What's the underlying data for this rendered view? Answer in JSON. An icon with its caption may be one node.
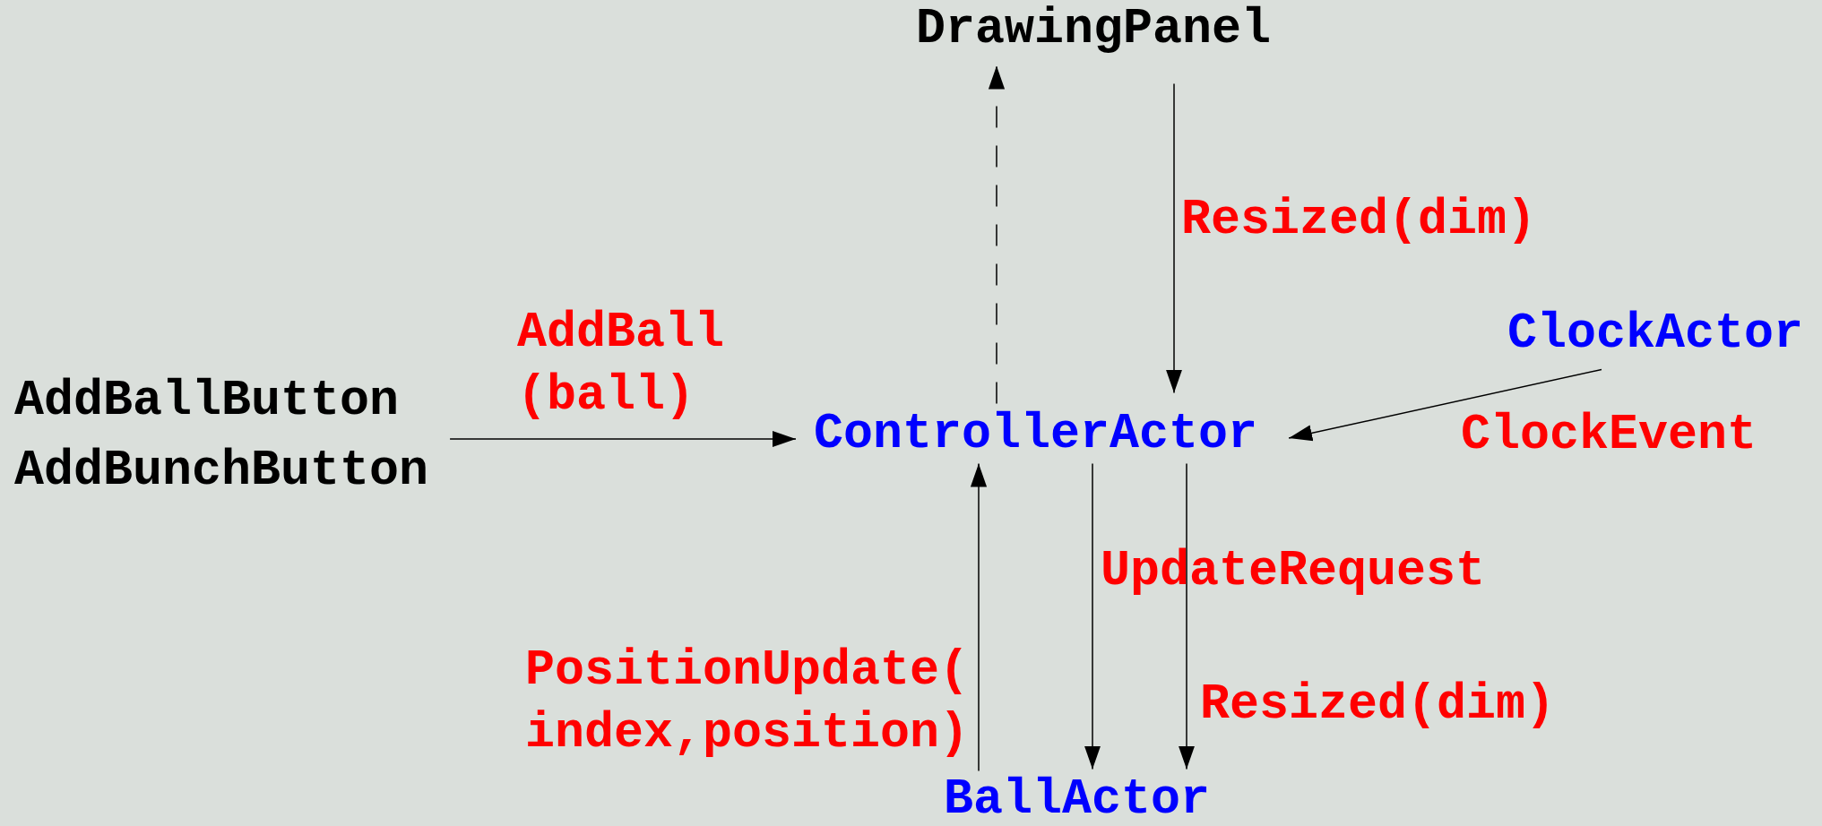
{
  "diagram": {
    "nodes": [
      {
        "text": [
          "DrawingPanel"
        ]
      },
      {
        "text": [
          "AddBallButton",
          "AddBunchButton"
        ]
      },
      {
        "text": [
          "ControllerActor"
        ]
      },
      {
        "text": [
          "ClockActor"
        ]
      },
      {
        "text": [
          "BallActor"
        ]
      }
    ],
    "edges": [
      {
        "from": 2,
        "to": 0,
        "arrow": "to",
        "style": "dashed"
      },
      {
        "from": 0,
        "to": 2,
        "arrow": "to",
        "label": "Resized(dim)"
      },
      {
        "from": 1,
        "to": 2,
        "arrow": "to",
        "label": "AddBall (ball)"
      },
      {
        "from": 3,
        "to": 2,
        "arrow": "to",
        "label": "ClockEvent"
      },
      {
        "from": 2,
        "to": 4,
        "arrow": "to",
        "label": "UpdateRequest"
      },
      {
        "from": 2,
        "to": 4,
        "arrow": "to",
        "label": "Resized(dim)"
      },
      {
        "from": 4,
        "to": 2,
        "arrow": "to",
        "label": "PositionUpdate( index,position)"
      }
    ]
  }
}
